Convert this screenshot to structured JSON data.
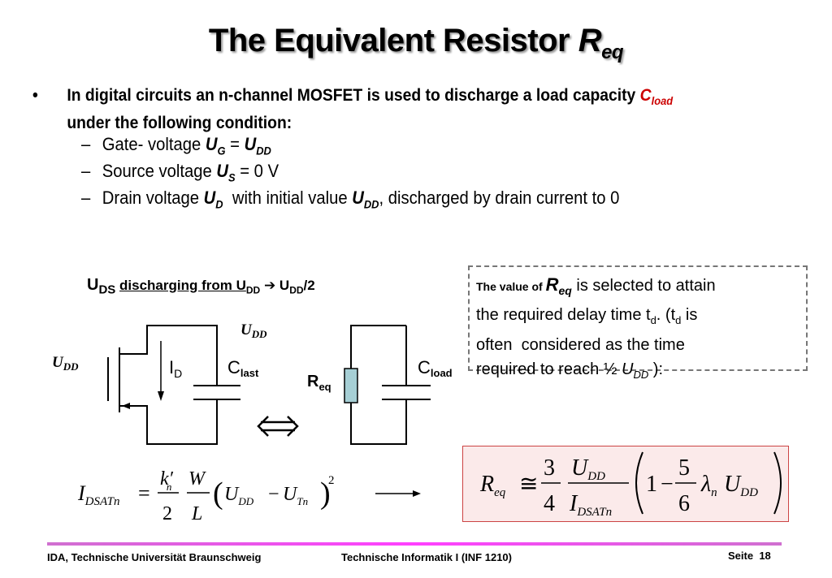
{
  "title": {
    "main": "The Equivalent Resistor ",
    "symbol": "R",
    "subscript": "eq"
  },
  "bullet": {
    "marker": "•",
    "line1": "In digital circuits an n-channel MOSFET is used to discharge a load capacity ",
    "cload_symbol": "C",
    "cload_sub": "load",
    "line2": "under the following condition:"
  },
  "subitems": {
    "dash": "–",
    "gate": {
      "prefix": "Gate- voltage ",
      "lhs": "U",
      "lhs_sub": "G",
      "eq": " = ",
      "rhs": "U",
      "rhs_sub": "DD"
    },
    "source": {
      "prefix": "Source voltage ",
      "lhs": "U",
      "lhs_sub": "S",
      "rest": " = 0 V"
    },
    "drain": {
      "prefix": "Drain voltage ",
      "lhs": "U",
      "lhs_sub": "D",
      "mid": "  with initial value ",
      "rhs": "U",
      "rhs_sub": "DD",
      "rest": ", discharged by drain current to 0"
    }
  },
  "circuit_caption": {
    "uds": "U",
    "uds_sub": "DS",
    "underlined": "discharging from U",
    "u1_sub": "DD",
    "arrow": " ➔ U",
    "u2_sub": "DD",
    "tail": "/2"
  },
  "circuit": {
    "udd_gate": "U",
    "udd_gate_sub": "DD",
    "udd_top": "U",
    "udd_top_sub": "DD",
    "id": "I",
    "id_sub": "D",
    "clast": "C",
    "clast_sub": "last",
    "req": "R",
    "req_sub": "eq",
    "cload": "C",
    "cload_sub": "load",
    "equiv_symbol": "⇔"
  },
  "note": {
    "intro": "The value of ",
    "req": "R",
    "req_sub": "eq",
    "line1_rest": " is selected to attain",
    "line2": "the required delay time t",
    "td_sub": "d",
    "line2_rest": ". (t",
    "td2_sub": "d",
    "line2_end": " is",
    "line3": "often  considered as the time",
    "line4": "required to reach ½ ",
    "udd": "U",
    "udd_sub": "DD",
    "line4_end": " ):"
  },
  "formula_left": {
    "I": "I",
    "I_sub": "DSATn",
    "eq": "=",
    "k": "k",
    "k_prime": "′",
    "k_sub": "n",
    "two": "2",
    "W": "W",
    "L": "L",
    "lp": "(",
    "U1": "U",
    "U1_sub": "DD",
    "minus": "−",
    "U2": "U",
    "U2_sub": "Tn",
    "rp": ")",
    "sq": "2"
  },
  "formula_right": {
    "R": "R",
    "R_sub": "eq",
    "approx": "≅",
    "three": "3",
    "four": "4",
    "U": "U",
    "U_sub": "DD",
    "I": "I",
    "I_sub": "DSATn",
    "one": "1",
    "minus": "−",
    "five": "5",
    "six": "6",
    "lambda": "λ",
    "lambda_sub": "n",
    "U2": "U",
    "U2_sub": "DD"
  },
  "footer": {
    "left": "IDA, Technische Universität Braunschweig",
    "center": "Technische Informatik I (INF 1210)",
    "seite": "Seite",
    "page": "18"
  }
}
